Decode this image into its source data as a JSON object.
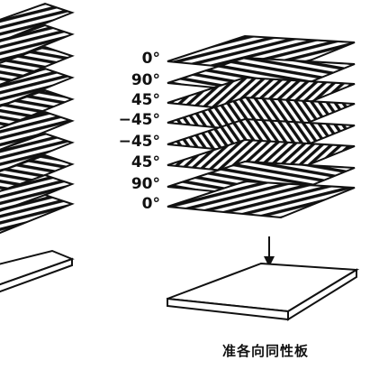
{
  "diagram": {
    "ply_angles": [
      "0°",
      "90°",
      "45°",
      "−45°",
      "−45°",
      "45°",
      "90°",
      "0°"
    ],
    "caption": "准各向同性板",
    "colors": {
      "ink": "#111111",
      "paper": "#ffffff"
    }
  }
}
